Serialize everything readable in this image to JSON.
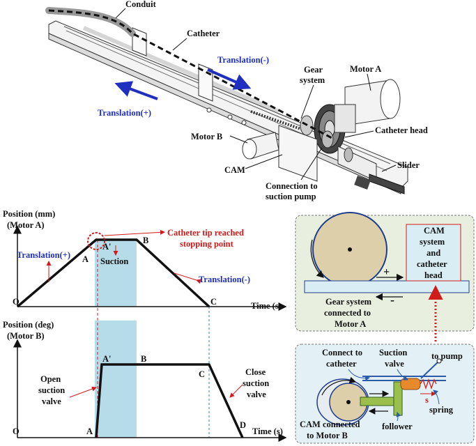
{
  "colors": {
    "blue": "#1f2fbf",
    "red": "#d11a1a",
    "shade": "#a9d6e6",
    "panel_top": "#e9efdf",
    "panel_bottom": "#e3f1f6",
    "follower": "#9bbf4d",
    "valve": "#e88a2b"
  },
  "device": {
    "conduit": "Conduit",
    "catheter": "Catheter",
    "translation_neg": "Translation(-)",
    "translation_pos": "Translation(+)",
    "gear_line1": "Gear",
    "gear_line2": "system",
    "motor_a": "Motor A",
    "catheter_head": "Catheter head",
    "motor_b": "Motor B",
    "cam": "CAM",
    "slider": "Slider",
    "connection_line1": "Connection to",
    "connection_line2": "suction pump"
  },
  "chart_top": {
    "ylabel_line1": "Position (mm)",
    "ylabel_line2": "(Motor A)",
    "xlabel": "Time (s)",
    "pt_o": "O",
    "pt_a": "A",
    "pt_a_prime": "A'",
    "pt_b": "B",
    "pt_c": "C",
    "suction": "Suction",
    "translation_pos": "Translation(+)",
    "translation_neg": "Translation(-)",
    "tip_line1": "Catheter tip reached",
    "tip_line2": "stopping point"
  },
  "chart_bottom": {
    "ylabel_line1": "Position (deg)",
    "ylabel_line2": "(Motor B)",
    "xlabel": "Time (s)",
    "pt_o": "O",
    "pt_a": "A",
    "pt_a_prime": "A'",
    "pt_b": "B",
    "pt_c": "C",
    "pt_d": "D",
    "open_line1": "Open",
    "open_line2": "suction",
    "open_line3": "valve",
    "close_line1": "Close",
    "close_line2": "suction",
    "close_line3": "valve"
  },
  "panel_top": {
    "box_line1": "CAM",
    "box_line2": "system",
    "box_line3": "and",
    "box_line4": "catheter",
    "box_line5": "head",
    "plus": "+",
    "minus": "-",
    "gear_line1": "Gear system",
    "gear_line2": "connected to",
    "gear_line3": "Motor A"
  },
  "panel_bottom": {
    "connect_line1": "Connect to",
    "connect_line2": "catheter",
    "suction_line1": "Suction",
    "suction_line2": "valve",
    "to_pump": "to pump",
    "s": "s",
    "spring": "spring",
    "follower": "follower",
    "cam_line1": "CAM connected",
    "cam_line2": "to Motor B"
  }
}
